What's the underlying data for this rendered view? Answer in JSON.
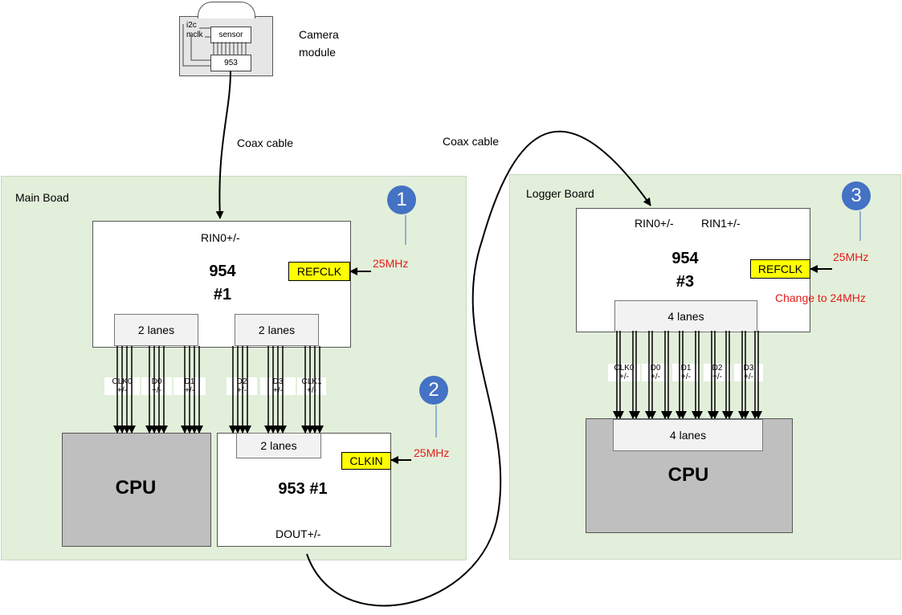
{
  "camera": {
    "label_line1": "Camera",
    "label_line2": "module",
    "i2c": "i2c",
    "mclk": "mclk",
    "sensor": "sensor",
    "serializer": "953"
  },
  "coax_left": "Coax cable",
  "coax_right": "Coax cable",
  "main_board": {
    "title": "Main Boad",
    "deser": {
      "rin": "RIN0+/-",
      "name": "954",
      "index": "#1",
      "refclk": "REFCLK",
      "freq": "25MHz",
      "lanes_a": "2 lanes",
      "lanes_b": "2 lanes"
    },
    "signals": [
      {
        "name": "CLK0",
        "pol": "+/-"
      },
      {
        "name": "D0",
        "pol": "+/-"
      },
      {
        "name": "D1",
        "pol": "+/-"
      },
      {
        "name": "D2",
        "pol": "+/-"
      },
      {
        "name": "D3",
        "pol": "+/-"
      },
      {
        "name": "CLK1",
        "pol": "+/-"
      }
    ],
    "cpu": "CPU",
    "ser": {
      "lanes": "2 lanes",
      "clkin": "CLKIN",
      "freq": "25MHz",
      "name": "953 #1",
      "dout": "DOUT+/-"
    }
  },
  "logger_board": {
    "title": "Logger Board",
    "deser": {
      "rin0": "RIN0+/-",
      "rin1": "RIN1+/-",
      "name": "954",
      "index": "#3",
      "refclk": "REFCLK",
      "freq": "25MHz",
      "note": "Change to 24MHz",
      "lanes": "4 lanes"
    },
    "signals": [
      {
        "name": "CLK0",
        "pol": "+/-"
      },
      {
        "name": "D0",
        "pol": "+/-"
      },
      {
        "name": "D1",
        "pol": "+/-"
      },
      {
        "name": "D2",
        "pol": "+/-"
      },
      {
        "name": "D3",
        "pol": "+/-"
      }
    ],
    "cpu_lanes": "4 lanes",
    "cpu": "CPU"
  },
  "markers": [
    "1",
    "2",
    "3"
  ],
  "colors": {
    "board_bg": "#e2efda",
    "highlight": "#ffff00",
    "marker": "#4472c4",
    "freq_text": "#e31a1a",
    "cpu": "#bfbfbf"
  }
}
